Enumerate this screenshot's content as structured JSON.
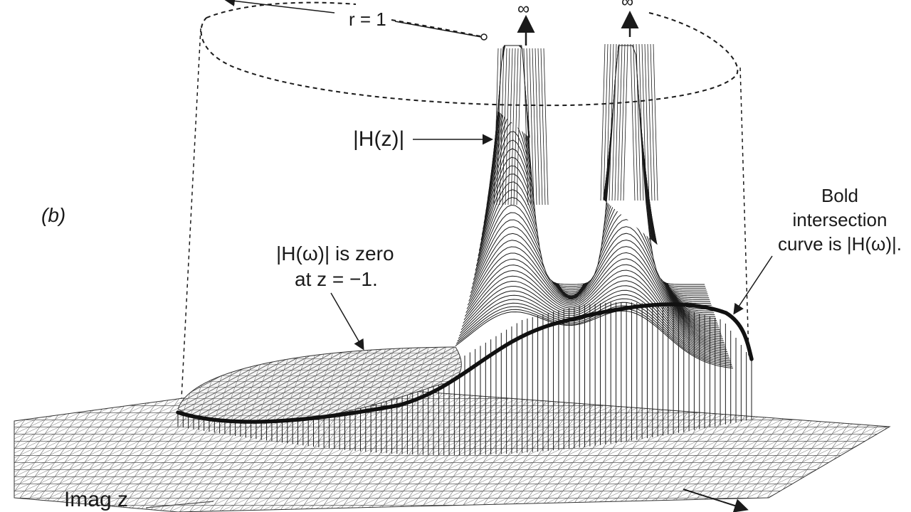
{
  "figure": {
    "panel_label": "(b)",
    "radius_label": "r = 1",
    "infinity_symbol": "∞",
    "hz_label": "|H(z)|",
    "zero_note_line1": "|H(ω)| is zero",
    "zero_note_line2": "at z = −1.",
    "bold_note_line1": "Bold",
    "bold_note_line2": "intersection",
    "bold_note_line3": "curve is |H(ω)|.",
    "imag_axis_label": "Imag z"
  },
  "colors": {
    "ink": "#1a1a1a",
    "paper": "#ffffff",
    "mesh_dark": "#2a2a2a",
    "mesh_mid": "#555555"
  }
}
